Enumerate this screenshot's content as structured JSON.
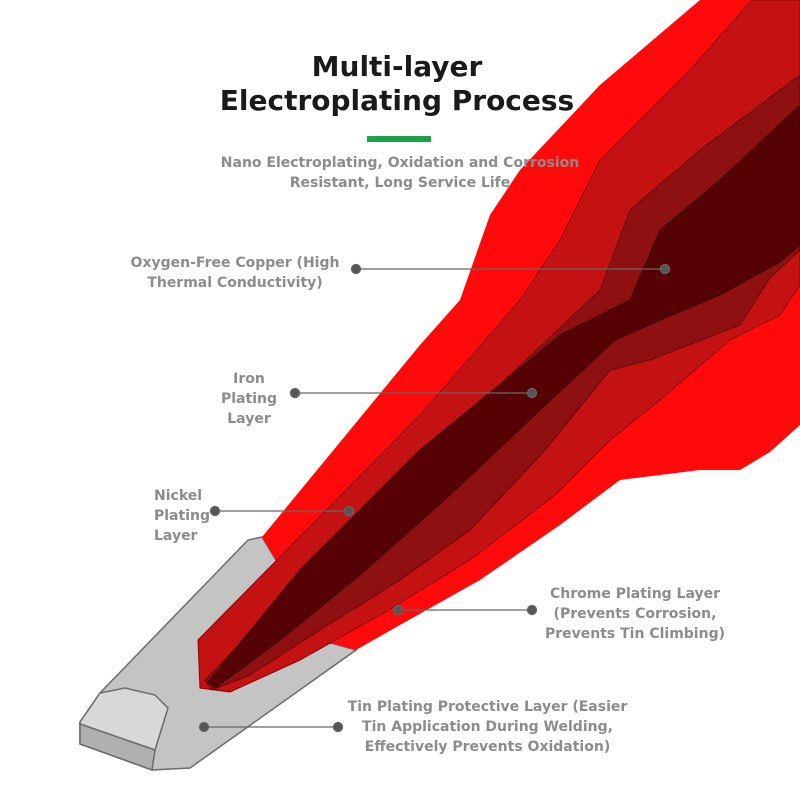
{
  "title": {
    "line1": "Multi-layer",
    "line2": "Electroplating Process"
  },
  "subtitle": {
    "line1": "Nano Electroplating, Oxidation and Corrosion",
    "line2": "Resistant, Long Service Life"
  },
  "labels": {
    "copper": {
      "line1": "Oxygen-Free Copper (High",
      "line2": "Thermal Conductivity)"
    },
    "iron": {
      "line1": "Iron",
      "line2": "Plating",
      "line3": "Layer"
    },
    "nickel": {
      "line1": "Nickel",
      "line2": "Plating",
      "line3": "Layer"
    },
    "chrome": {
      "line1": "Chrome Plating Layer",
      "line2": "(Prevents Corrosion,",
      "line3": "Prevents Tin Climbing)"
    },
    "tin": {
      "line1": "Tin Plating Protective Layer (Easier",
      "line2": "Tin Application During Welding,",
      "line3": "Effectively Prevents Oxidation)"
    }
  },
  "colors": {
    "accent_bar": "#1aa34a",
    "chrome_layer": "#ff0a0a",
    "nickel_layer": "#c41212",
    "iron_layer": "#8e1010",
    "copper_core": "#560202",
    "tin_layer": "#c4c4c4",
    "label_text": "#8c8c8c"
  }
}
